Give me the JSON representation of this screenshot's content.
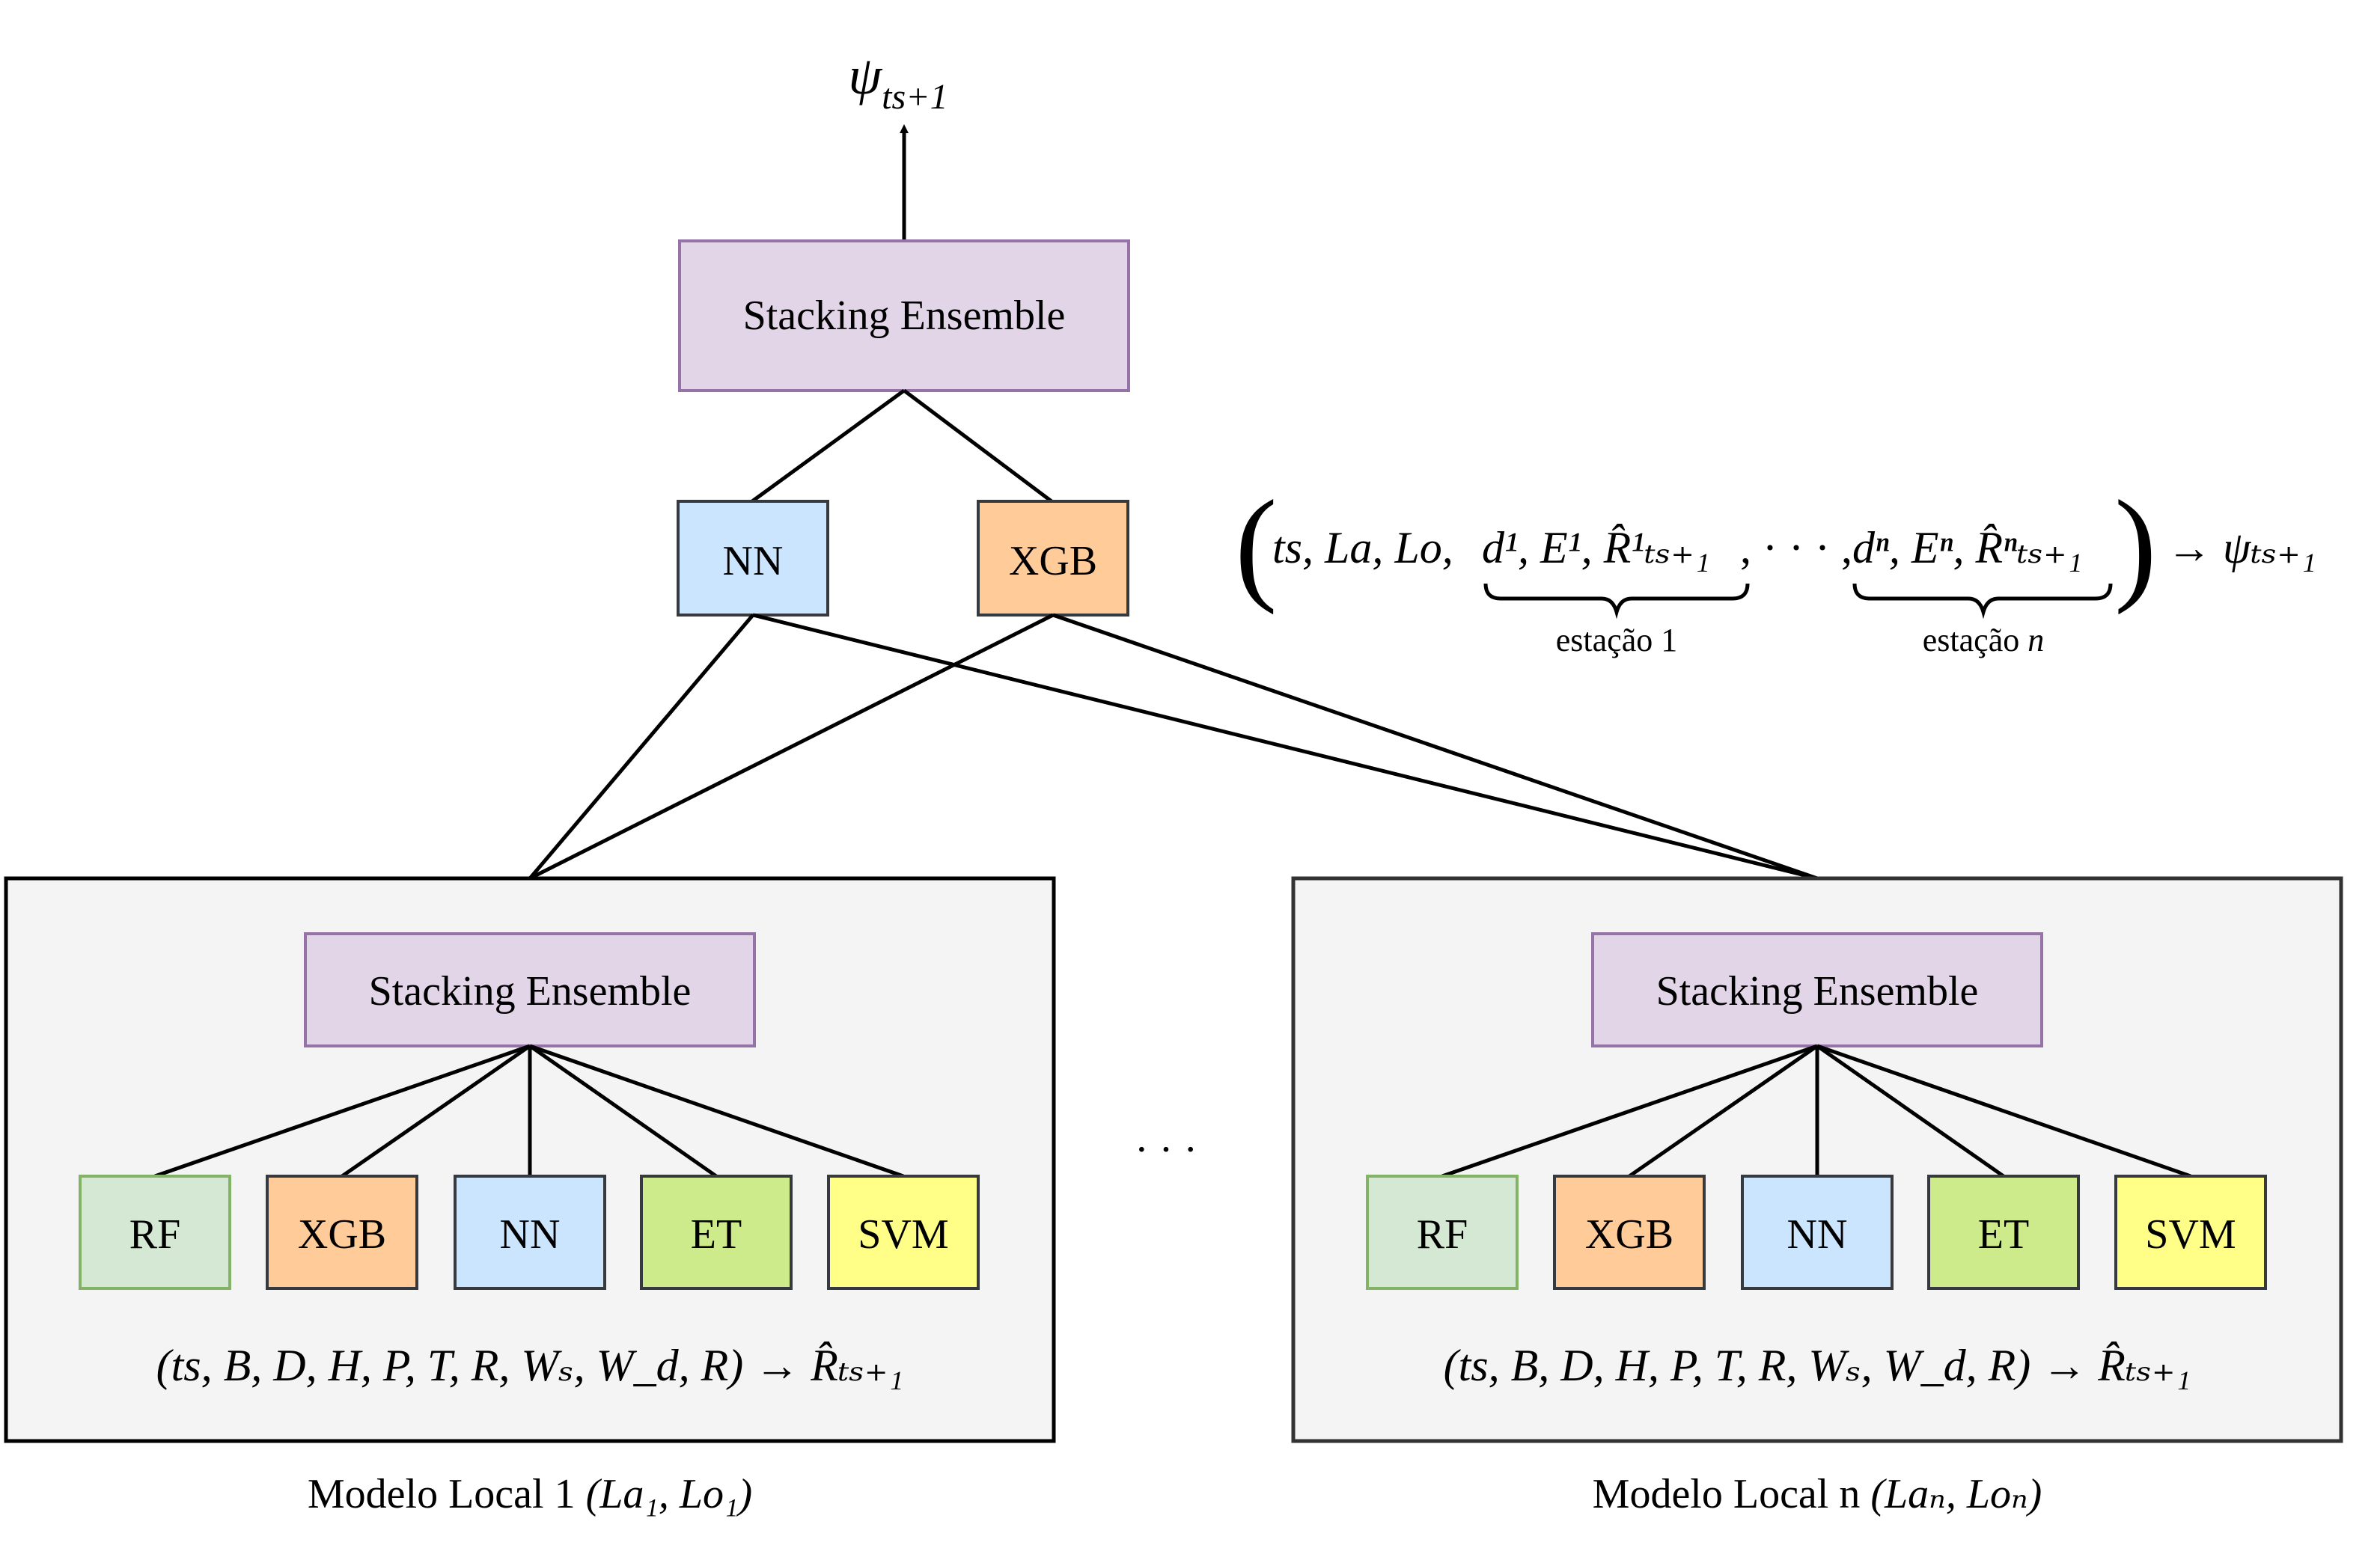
{
  "output_symbol": "ψ",
  "output_subscript": "ts+1",
  "global_model": {
    "ensemble_label": "Stacking Ensemble",
    "meta_learners": [
      "NN",
      "XGB"
    ],
    "input_formula": {
      "open": "(",
      "lead": "ts, La, Lo,",
      "station1": "d¹, E¹, R̂¹ₜₛ₊₁",
      "sep": ", · · · ,",
      "stationn": "dⁿ, Eⁿ, R̂ⁿₜₛ₊₁",
      "close": ")",
      "arrow_target": "→ ψₜₛ₊₁",
      "brace1_label": "estação 1",
      "bracen_label_text": "estação",
      "bracen_label_var": "n"
    }
  },
  "local_models": [
    {
      "ensemble_label": "Stacking Ensemble",
      "base_learners": [
        "RF",
        "XGB",
        "NN",
        "ET",
        "SVM"
      ],
      "formula": "(ts, B, D, H, P, T, R, Wₛ, W_d, R) → R̂ₜₛ₊₁",
      "caption_text": "Modelo Local 1",
      "caption_math": "(La₁, Lo₁)"
    },
    {
      "ensemble_label": "Stacking Ensemble",
      "base_learners": [
        "RF",
        "XGB",
        "NN",
        "ET",
        "SVM"
      ],
      "formula": "(ts, B, D, H, P, T, R, Wₛ, W_d, R) → R̂ₜₛ₊₁",
      "caption_text": "Modelo Local n",
      "caption_math": "(Laₙ, Loₙ)"
    }
  ],
  "ellipsis": "· · ·",
  "colors": {
    "ensemble_fill": "#e1d5e7",
    "ensemble_stroke": "#9673a6",
    "rf_fill": "#d5e8d4",
    "rf_stroke": "#82b366",
    "xgb_fill": "#ffcc99",
    "nn_fill": "#cce5ff",
    "et_fill": "#cdeb8b",
    "svm_fill": "#ffff88",
    "box_stroke": "#36393d",
    "panel_fill": "#f4f4f4",
    "panel_stroke": "#333333"
  }
}
